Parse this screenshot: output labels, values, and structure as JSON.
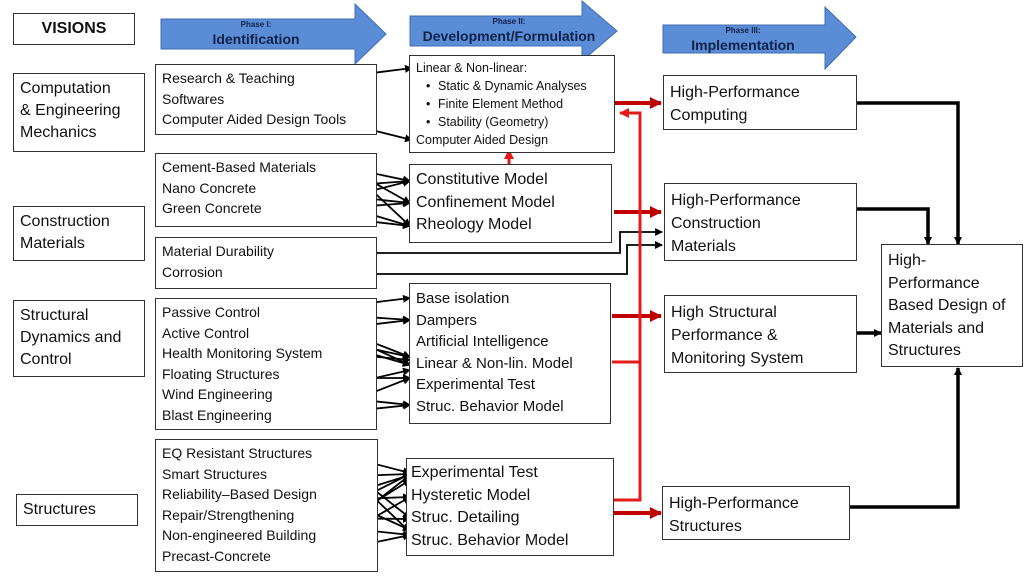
{
  "header": {
    "visions_label": "VISIONS",
    "phases": [
      {
        "small": "Phase I:",
        "title": "Identification"
      },
      {
        "small": "Phase II:",
        "title": "Development/Formulation"
      },
      {
        "small": "Phase III:",
        "title": "Implementation"
      }
    ]
  },
  "colors": {
    "phase_arrow": "#5b8dd6",
    "phase_arrow_border": "#3d6db5",
    "flow_red": "#c00000",
    "feedback_red": "#e31b1b",
    "connector": "#000000"
  },
  "visions": [
    {
      "lines": [
        "Computation",
        "& Engineering",
        "Mechanics"
      ]
    },
    {
      "lines": [
        "Construction",
        "Materials"
      ]
    },
    {
      "lines": [
        "Structural",
        "Dynamics and",
        "Control"
      ]
    },
    {
      "lines": [
        "Structures"
      ]
    }
  ],
  "identification": [
    {
      "lines": [
        "Research  & Teaching",
        "Softwares",
        "Computer Aided Design Tools"
      ]
    },
    {
      "lines": [
        "Cement-Based Materials",
        "Nano Concrete",
        "Green Concrete"
      ]
    },
    {
      "lines": [
        "Material Durability",
        "Corrosion"
      ]
    },
    {
      "lines": [
        "Passive Control",
        "Active Control",
        "Health Monitoring System",
        "Floating Structures",
        "Wind Engineering",
        "Blast Engineering"
      ]
    },
    {
      "lines": [
        "EQ Resistant Structures",
        "Smart Structures",
        "Reliability–Based Design",
        "Repair/Strengthening",
        "Non-engineered Building",
        "Precast-Concrete"
      ]
    }
  ],
  "development": [
    {
      "heading": "Linear & Non-linear:",
      "bullets": [
        "Static &  Dynamic Analyses",
        "Finite Element Method",
        "Stability (Geometry)"
      ],
      "footer": "Computer Aided Design"
    },
    {
      "lines": [
        "Constitutive Model",
        "Confinement Model",
        "Rheology Model"
      ]
    },
    {
      "lines": [
        "Base isolation",
        "Dampers",
        "Artificial Intelligence",
        "Linear & Non-lin. Model",
        "Experimental Test",
        "Struc. Behavior Model"
      ]
    },
    {
      "lines": [
        "Experimental Test",
        "Hysteretic Model",
        "Struc. Detailing",
        "Struc. Behavior Model"
      ]
    }
  ],
  "implementation": [
    {
      "lines": [
        "High-Performance",
        "Computing"
      ]
    },
    {
      "lines": [
        "High-Performance",
        "Construction",
        "Materials"
      ]
    },
    {
      "lines": [
        "High Structural",
        "Performance &",
        "Monitoring System"
      ]
    },
    {
      "lines": [
        "High-Performance",
        "Structures"
      ]
    }
  ],
  "outcome": {
    "lines": [
      "High-",
      "Performance",
      "Based Design of",
      "Materials and",
      "Structures"
    ]
  }
}
